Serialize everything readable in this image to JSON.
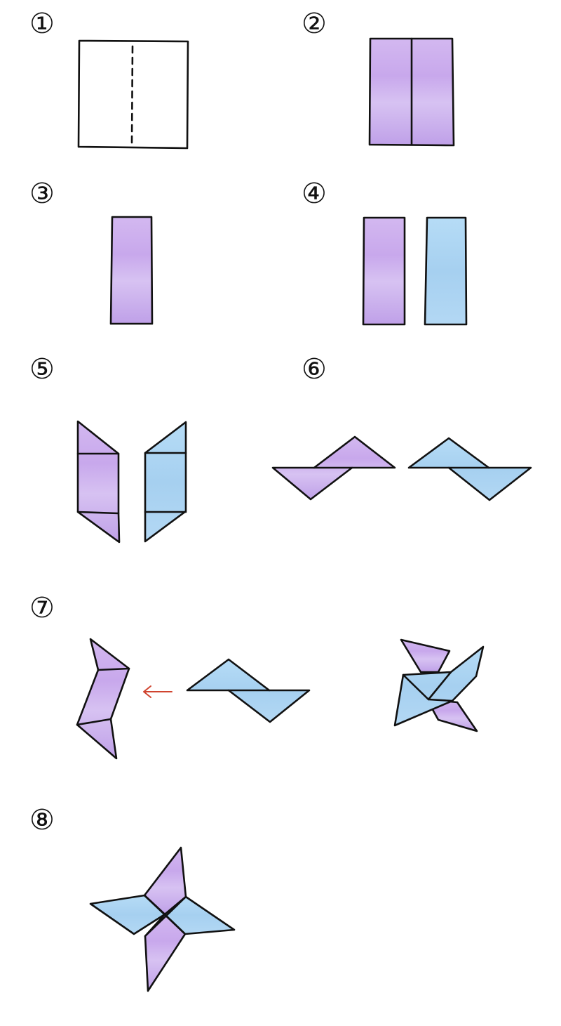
{
  "steps": [
    {
      "number": "①"
    },
    {
      "number": "②"
    },
    {
      "number": "③"
    },
    {
      "number": "④"
    },
    {
      "number": "⑤"
    },
    {
      "number": "⑥"
    },
    {
      "number": "⑦"
    },
    {
      "number": "⑧"
    }
  ],
  "colors": {
    "purple_paper": "#c9a6ec",
    "blue_paper": "#a9d3f2",
    "outline": "#111111",
    "arrow": "#d0442f"
  },
  "icons": {
    "step7_arrow": "left-arrow-icon"
  }
}
